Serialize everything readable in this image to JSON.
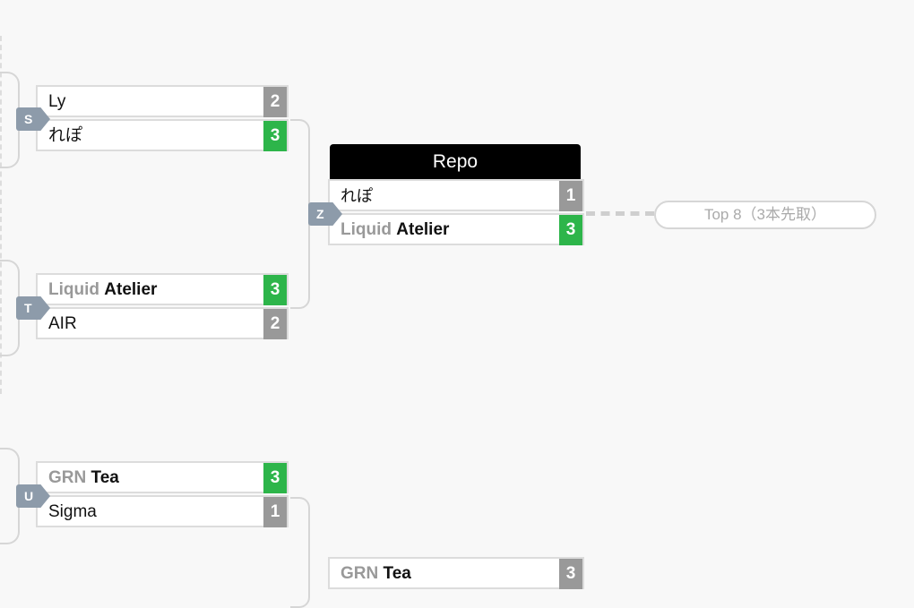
{
  "matches": {
    "S": {
      "tag": "S",
      "rows": [
        {
          "prefix": "",
          "name": "Ly",
          "bold": false,
          "score": "2",
          "win": false
        },
        {
          "prefix": "",
          "name": "れぽ",
          "bold": false,
          "score": "3",
          "win": true
        }
      ]
    },
    "T": {
      "tag": "T",
      "rows": [
        {
          "prefix": "Liquid",
          "name": "Atelier",
          "bold": true,
          "score": "3",
          "win": true
        },
        {
          "prefix": "",
          "name": "AIR",
          "bold": false,
          "score": "2",
          "win": false
        }
      ]
    },
    "U": {
      "tag": "U",
      "rows": [
        {
          "prefix": "GRN",
          "name": "Tea",
          "bold": true,
          "score": "3",
          "win": true
        },
        {
          "prefix": "",
          "name": "Sigma",
          "bold": false,
          "score": "1",
          "win": false
        }
      ]
    },
    "Z": {
      "tag": "Z",
      "title": "Repo",
      "rows": [
        {
          "prefix": "",
          "name": "れぽ",
          "bold": false,
          "score": "1",
          "win": false
        },
        {
          "prefix": "Liquid",
          "name": "Atelier",
          "bold": true,
          "score": "3",
          "win": true
        }
      ]
    },
    "next": {
      "rows": [
        {
          "prefix": "GRN",
          "name": "Tea",
          "bold": true,
          "score": "3",
          "win": false
        }
      ]
    }
  },
  "next_round_label": "Top 8（3本先取）",
  "colors": {
    "win": "#2db54a",
    "lose": "#999999",
    "tag": "#8d9baa",
    "title_bg": "#000000"
  }
}
